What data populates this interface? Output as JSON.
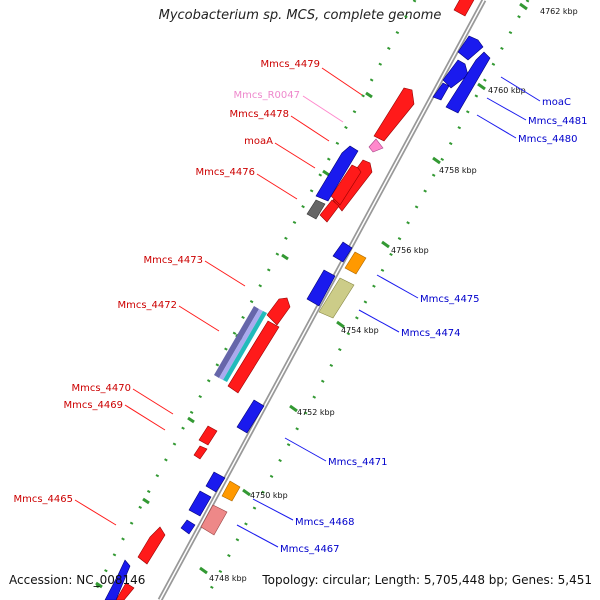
{
  "title": "Mycobacterium sp. MCS, complete genome",
  "accession_text": "Accession: NC_008146",
  "topology_text": "Topology: circular; Length: 5,705,448 bp; Genes: 5,451",
  "colors": {
    "forward_gene": "#ff1a1a",
    "reverse_gene": "#1a1aee",
    "forward_label": "#cc0000",
    "reverse_label": "#0000cc",
    "rna_gene": "#ff88cc",
    "rna_label": "#ee88cc",
    "backbone": "#999999",
    "tick": "#339933"
  },
  "genes": [
    {
      "name": "Mmcs_4479",
      "strand": "forward"
    },
    {
      "name": "Mmcs_R0047",
      "strand": "forward",
      "type": "rna"
    },
    {
      "name": "Mmcs_4478",
      "strand": "forward"
    },
    {
      "name": "moaA",
      "strand": "forward"
    },
    {
      "name": "Mmcs_4476",
      "strand": "forward"
    },
    {
      "name": "Mmcs_4473",
      "strand": "forward"
    },
    {
      "name": "Mmcs_4472",
      "strand": "forward"
    },
    {
      "name": "Mmcs_4470",
      "strand": "forward"
    },
    {
      "name": "Mmcs_4469",
      "strand": "forward"
    },
    {
      "name": "Mmcs_4465",
      "strand": "forward"
    },
    {
      "name": "moaC",
      "strand": "reverse"
    },
    {
      "name": "Mmcs_4481",
      "strand": "reverse"
    },
    {
      "name": "Mmcs_4480",
      "strand": "reverse"
    },
    {
      "name": "Mmcs_4475",
      "strand": "reverse"
    },
    {
      "name": "Mmcs_4474",
      "strand": "reverse"
    },
    {
      "name": "Mmcs_4471",
      "strand": "reverse"
    },
    {
      "name": "Mmcs_4468",
      "strand": "reverse"
    },
    {
      "name": "Mmcs_4467",
      "strand": "reverse"
    }
  ],
  "kbp_labels": [
    "4762 kbp",
    "4760 kbp",
    "4758 kbp",
    "4756 kbp",
    "4754 kbp",
    "4752 kbp",
    "4750 kbp",
    "4748 kbp"
  ]
}
